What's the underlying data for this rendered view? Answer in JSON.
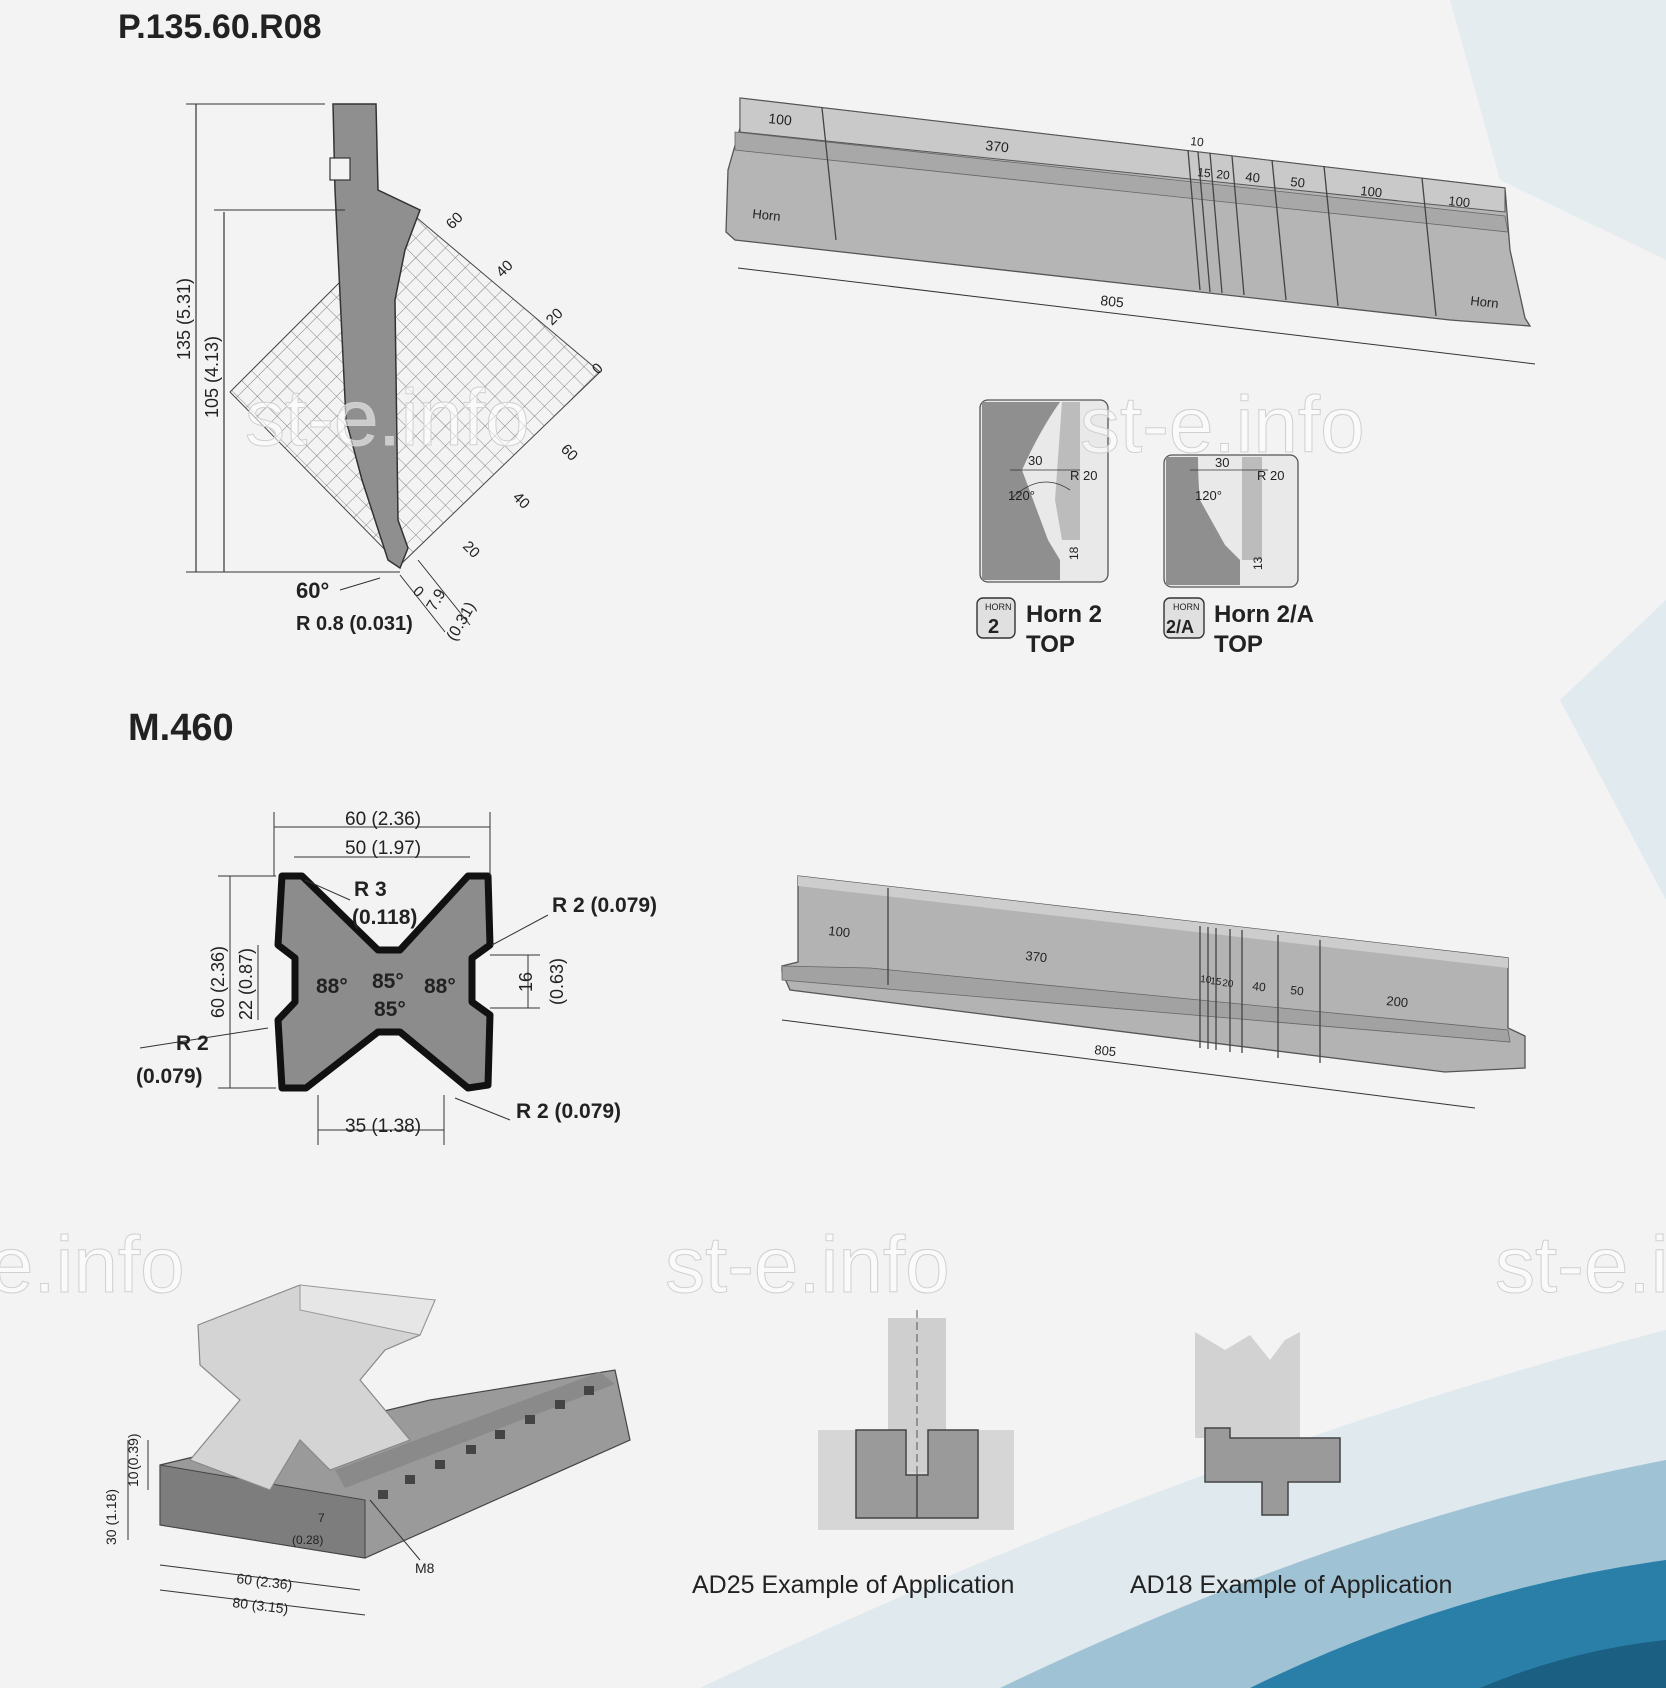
{
  "titles": {
    "punch": "P.135.60.R08",
    "die": "M.460"
  },
  "watermark": "st-e.info",
  "punch_profile": {
    "height_total": "135 (5.31)",
    "height_working": "105 (4.13)",
    "tip_angle": "60°",
    "tip_radius": "R 0.8 (0.031)",
    "tip_offset": "7.9",
    "tip_offset_in": "(0.31)",
    "grid_ticks_upper": [
      "60",
      "40",
      "20",
      "0"
    ],
    "grid_ticks_lower": [
      "60",
      "40",
      "20",
      "0"
    ]
  },
  "punch_segments": {
    "lengths": [
      "100",
      "370",
      "10",
      "15",
      "20",
      "40",
      "50",
      "100",
      "100"
    ],
    "total": "805",
    "horn_left": "Horn",
    "horn_right": "Horn"
  },
  "horns": [
    {
      "badge_top": "HORN",
      "badge_num": "2",
      "name": "Horn 2",
      "sub": "TOP",
      "w": "30",
      "r": "R 20",
      "angle": "120°",
      "h": "18"
    },
    {
      "badge_top": "HORN",
      "badge_num": "2/A",
      "name": "Horn 2/A",
      "sub": "TOP",
      "w": "30",
      "r": "R 20",
      "angle": "120°",
      "h": "13"
    }
  ],
  "die_profile": {
    "width_outer": "60 (2.36)",
    "width_inner": "50 (1.97)",
    "r3": "R 3",
    "r3_in": "(0.118)",
    "r2_top": "R 2 (0.079)",
    "height": "60 (2.36)",
    "inner_h": "22 (0.87)",
    "angle_left": "88°",
    "angle_center_top": "85°",
    "angle_center_bottom": "85°",
    "angle_right": "88°",
    "slot": "16",
    "slot_in": "(0.63)",
    "r2_left": "R 2",
    "r2_left_in": "(0.079)",
    "base_w": "35 (1.38)",
    "r2_bottom": "R 2 (0.079)"
  },
  "die_segments": {
    "lengths": [
      "100",
      "370",
      "10",
      "15",
      "20",
      "40",
      "50",
      "200"
    ],
    "total": "805"
  },
  "holder": {
    "h_total": "30 (1.18)",
    "h_top": "10",
    "h_top_in": "(0.39)",
    "w_inner": "60 (2.36)",
    "w_outer": "80 (3.15)",
    "gap": "7",
    "gap_in": "(0.28)",
    "bolt": "M8"
  },
  "applications": [
    "AD25 Example of Application",
    "AD18 Example of Application"
  ],
  "colors": {
    "steel": "#9a9a9a",
    "steel_dark": "#6f6f6f",
    "light": "#cfcfcf",
    "ink": "#222222",
    "swoosh": "#2a7fa8"
  }
}
